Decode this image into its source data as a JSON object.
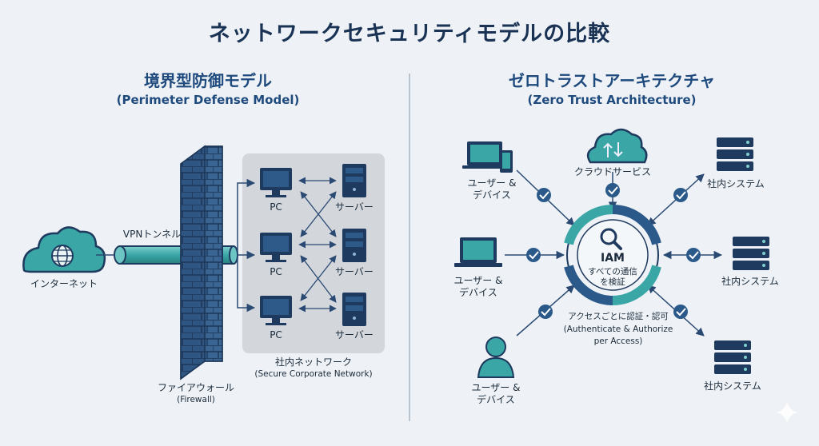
{
  "title": "ネットワークセキュリティモデルの比較",
  "left": {
    "title_jp": "境界型防御モデル",
    "title_en": "(Perimeter Defense Model)",
    "internet_label": "インターネット",
    "vpn_label": "VPNトンネル",
    "firewall_label": "ファイアウォール",
    "firewall_en": "(Firewall)",
    "pc_labels": [
      "PC",
      "PC",
      "PC"
    ],
    "server_labels": [
      "サーバー",
      "サーバー",
      "サーバー"
    ],
    "network_label": "社内ネットワーク",
    "network_en": "(Secure Corporate Network)"
  },
  "right": {
    "title_jp": "ゼロトラストアーキテクチャ",
    "title_en": "(Zero Trust Architecture)",
    "cloud_label": "クラウドサービス",
    "iam_label": "IAM",
    "iam_sub1": "すべての通信",
    "iam_sub2": "を検証",
    "auth_jp": "アクセスごとに認証・認可",
    "auth_en1": "(Authenticate & Authorize",
    "auth_en2": "per Access)",
    "user_labels": [
      {
        "line1": "ユーザー &",
        "line2": "デバイス"
      },
      {
        "line1": "ユーザー &",
        "line2": "デバイス"
      },
      {
        "line1": "ユーザー &",
        "line2": "デバイス"
      }
    ],
    "system_labels": [
      "社内システム",
      "社内システム",
      "社内システム"
    ]
  },
  "colors": {
    "dark_navy": "#1f3a5f",
    "teal": "#3aa6a6",
    "wall": "#2b4a73",
    "background": "#eef2f6",
    "network_bg": "#d3d7dc"
  }
}
